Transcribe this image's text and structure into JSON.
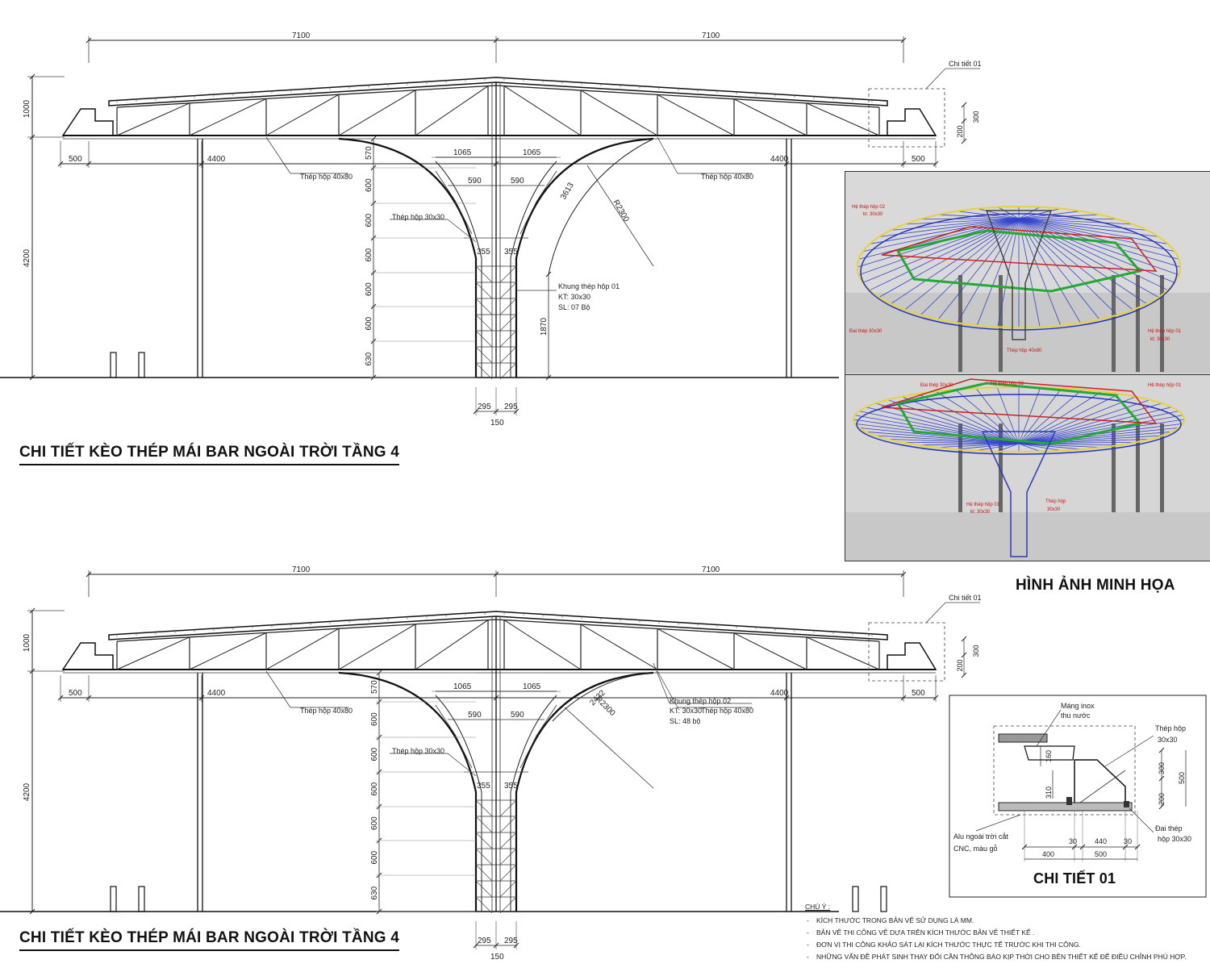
{
  "elevation": {
    "title": "CHI TIẾT KÈO THÉP MÁI BAR NGOÀI TRỜI TẦNG 4",
    "dims": {
      "span_left": "7100",
      "span_right": "7100",
      "roof_depth": "1000",
      "total_height": "4200",
      "eave_left": "500",
      "eave_right": "500",
      "bay_left": "4400",
      "bay_right": "4400",
      "dim_1065": "1065",
      "dim_590": "590",
      "dim_355": "355",
      "dim_295": "295",
      "dim_150": "150",
      "v570": "570",
      "v600": "600",
      "v630": "630",
      "d300": "300",
      "d200": "200"
    },
    "labels": {
      "chi_tiet": "Chi tiết 01",
      "thep_40x80": "Thép hộp 40x80",
      "thep_30x30": "Thép hộp 30x30"
    },
    "top": {
      "arc": "3613",
      "radius": "R2300",
      "height_1870": "1870",
      "frame_l1": "Khung thép hộp 01",
      "frame_l2": "KT: 30x30",
      "frame_l3": "SL: 07 Bộ"
    },
    "bottom": {
      "arc": "2432",
      "radius": "R2300",
      "frame_l1": "Khung thép hộp 02",
      "frame_l2": "KT: 30x30",
      "frame_l3": "SL: 48 bộ"
    }
  },
  "renders": {
    "title": "HÌNH ẢNH MINH HỌA",
    "view1_tags": [
      "Hệ thép hộp 02",
      "kt: 30x30",
      "Đai thép 30x30",
      "Thép hộp 40x80",
      "Hệ thép hộp 01",
      "kt: 30x30"
    ],
    "view2_tags": [
      "Đai thép 30x30",
      "Hệ thép hộp 02",
      "Hệ thép hộp 01",
      "Hệ thép hộp 01",
      "kt: 30x30",
      "Thép hộp",
      "30x30"
    ]
  },
  "detail": {
    "title": "CHI TIẾT 01",
    "mang_inox": "Máng inox",
    "thu_nuoc": "thu nước",
    "thep_hop": "Thép hộp",
    "thep_hop_size": "30x30",
    "dai_thep": "Đai thép",
    "dai_thep_size": "hộp 30x30",
    "alu_1": "Alu ngoài trời cắt",
    "alu_2": "CNC, màu gỗ",
    "d160": "160",
    "d310": "310",
    "d300": "300",
    "d200": "200",
    "d500v": "500",
    "d400": "400",
    "d500": "500",
    "d440": "440",
    "d30a": "30",
    "d30b": "30"
  },
  "notes": {
    "header": "CHÚ Ý :",
    "lines": [
      "KÍCH THƯỚC TRONG BẢN VẼ SỬ DỤNG LÀ MM.",
      "BẢN VẼ THI CÔNG VẼ DỰA TRÊN KÍCH THƯỚC BẢN VẼ THIẾT KẾ .",
      "ĐƠN VỊ THI CÔNG KHẢO SÁT LẠI KÍCH THƯỚC THỰC TẾ TRƯỚC KHI THI CÔNG.",
      "NHỮNG VẤN ĐỀ PHÁT SINH THAY ĐỔI CẦN THÔNG BÁO KỊP THỜI CHO BÊN THIẾT KẾ ĐỂ ĐIỀU CHỈNH PHÙ HỢP."
    ]
  }
}
